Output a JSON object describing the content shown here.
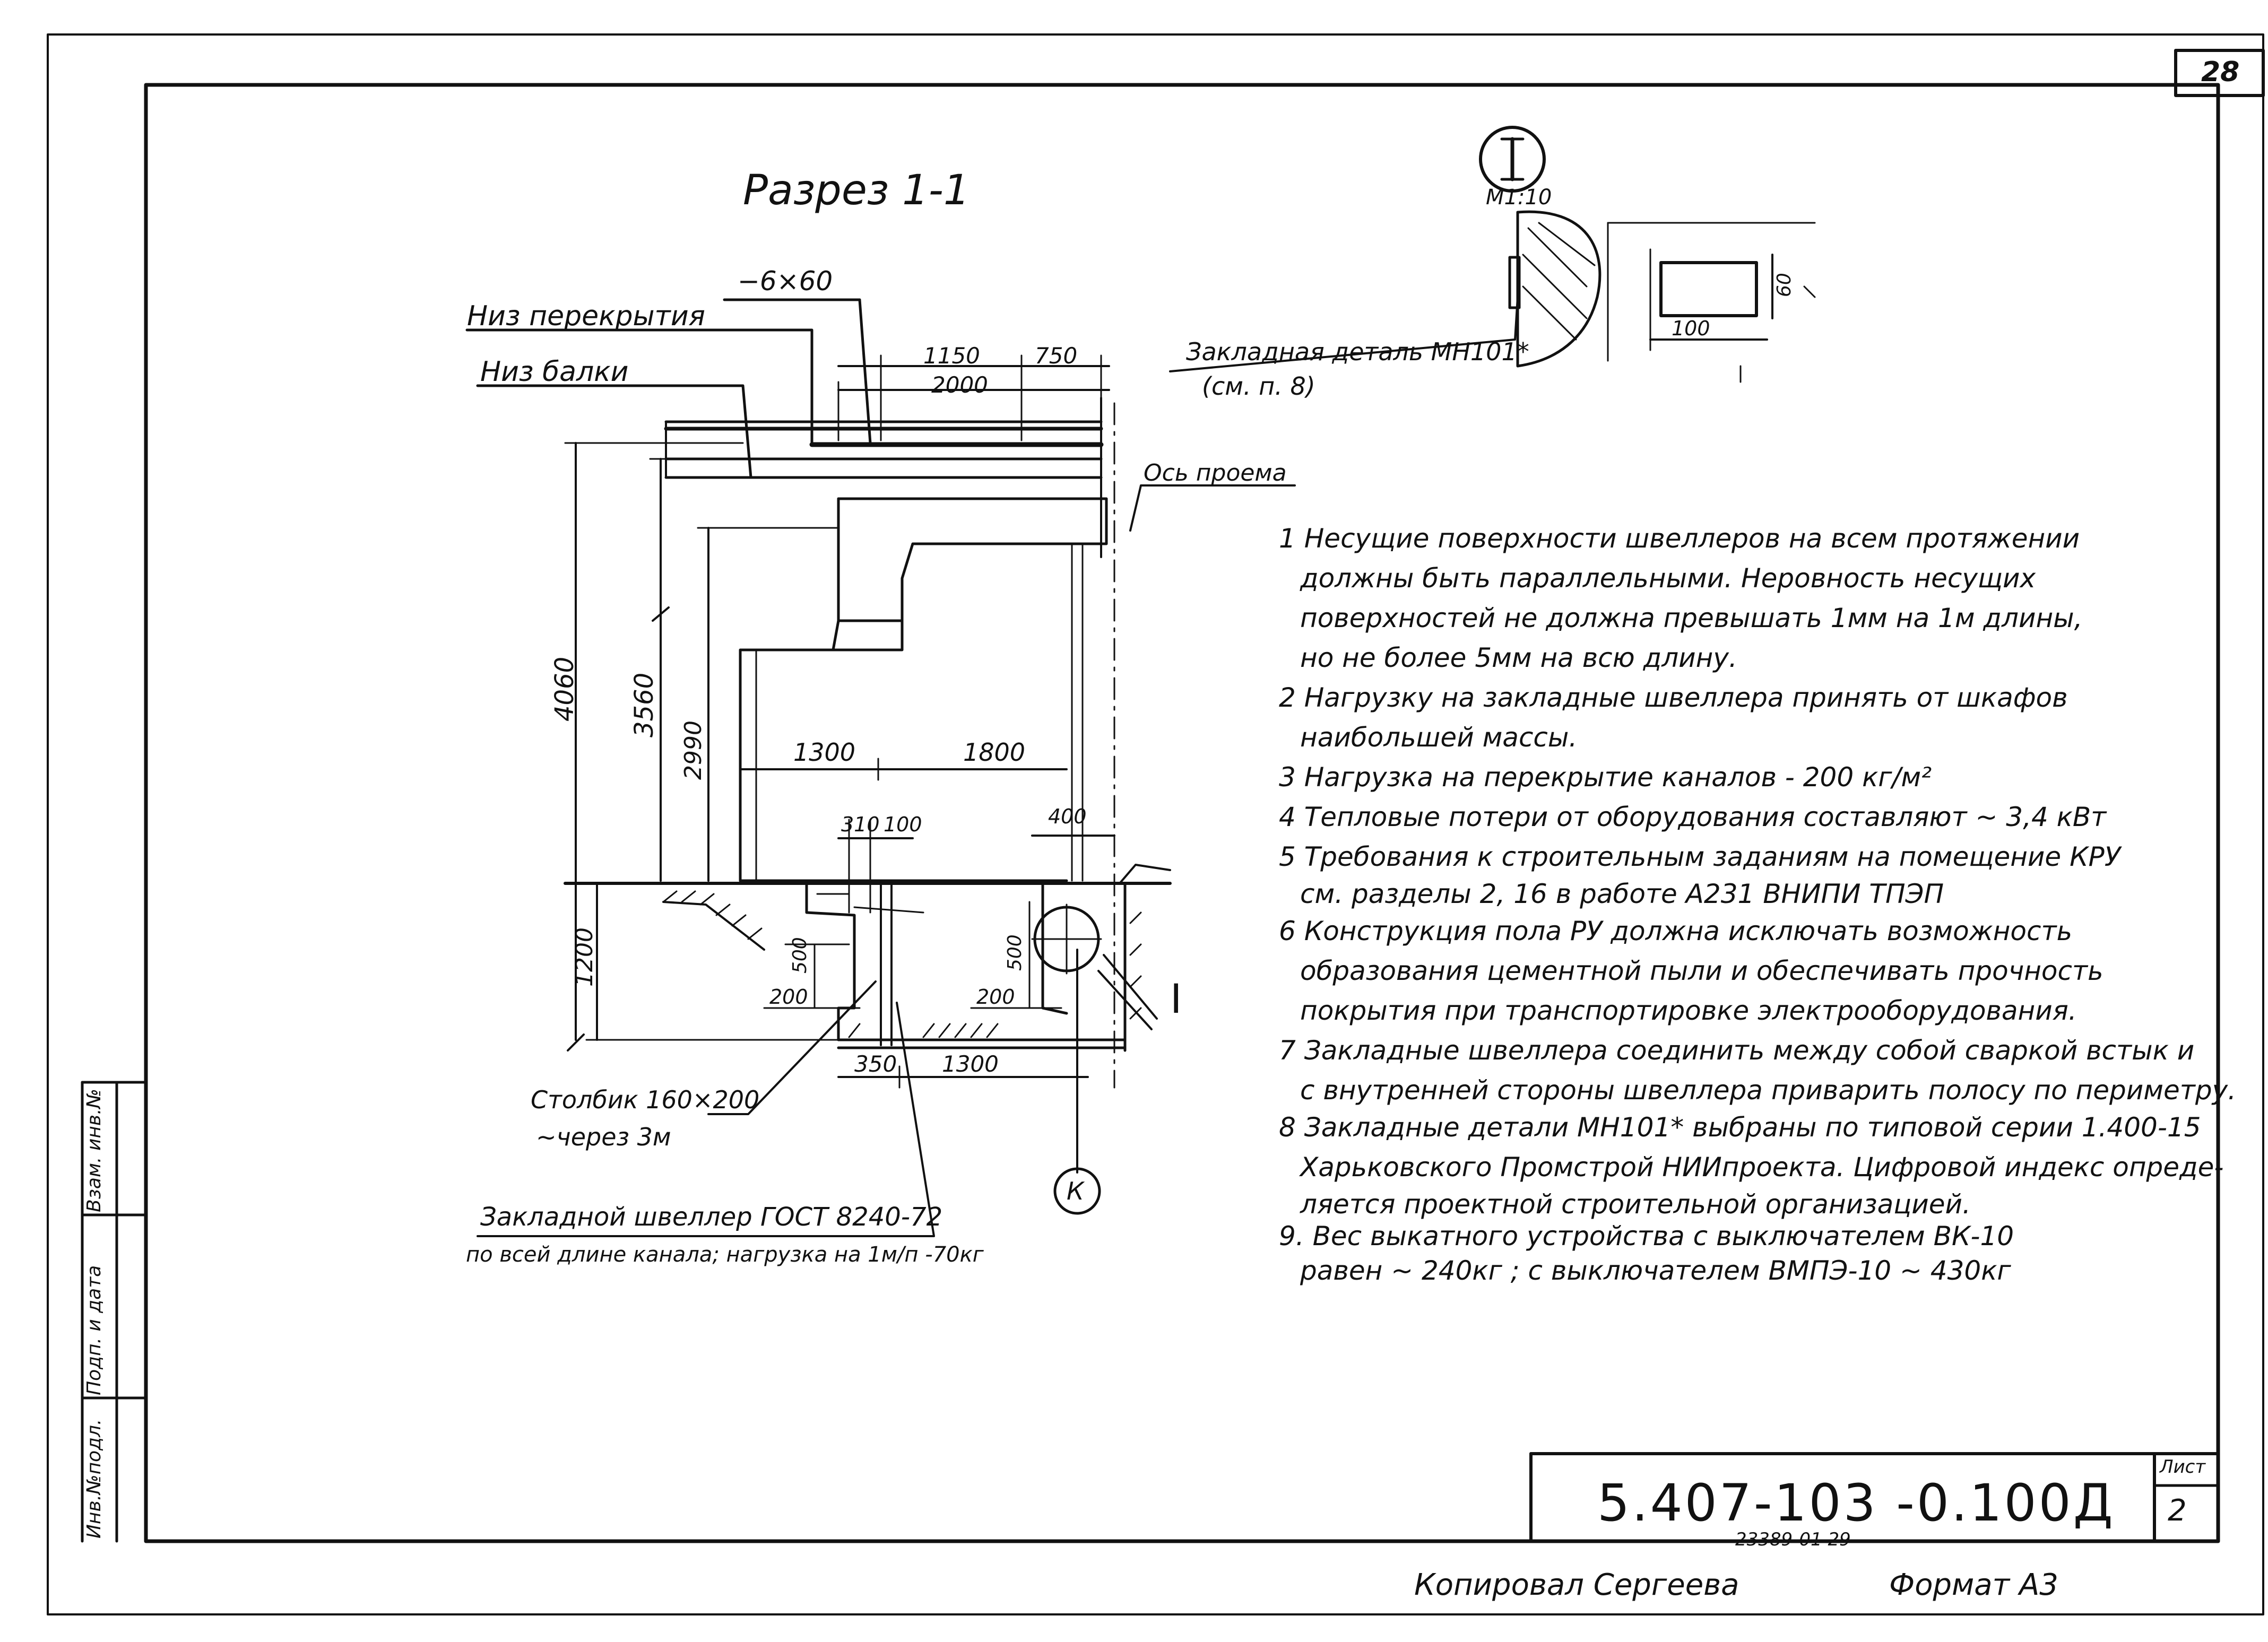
{
  "sheet": {
    "number": "28",
    "list_label": "Лист",
    "list_value": "2"
  },
  "title": "Разрез 1-1",
  "labels": {
    "plate": "−6×60",
    "floor_bottom": "Низ перекрытия",
    "beam_bottom": "Низ балки",
    "axis": "Ось проема",
    "post": "Столбик 160×200",
    "post_step": "~через 3м",
    "channel": "Закладной швеллер ГОСТ 8240-72",
    "channel_load": "по всей длине канала; нагрузка на 1м/п -70кг",
    "embed": "Закладная деталь МН101*",
    "embed_ref": "(см. п. 8)"
  },
  "dims": {
    "d1150": "1150",
    "d750": "750",
    "d2000": "2000",
    "d4060": "4060",
    "d3560": "3560",
    "d2990": "2990",
    "d1300": "1300",
    "d1800": "1800",
    "d310": "310",
    "d100": "100",
    "d400": "400",
    "d1200": "1200",
    "d500a": "500",
    "d500b": "500",
    "d200a": "200",
    "d200b": "200",
    "d350": "350",
    "d1300b": "1300"
  },
  "detail": {
    "marker": "I",
    "scale": "М1:10",
    "w": "100",
    "h": "60"
  },
  "markers": {
    "section": "I",
    "axis": "К"
  },
  "notes": [
    "1 Несущие поверхности швеллеров на всем протяжении",
    "должны быть параллельными. Неровность несущих",
    "поверхностей не должна превышать 1мм на 1м длины,",
    "но не более 5мм на всю длину.",
    "2 Нагрузку на закладные швеллера принять от шкафов",
    "наибольшей массы.",
    "3 Нагрузка на перекрытие каналов - 200 кг/м²",
    "4 Тепловые потери от оборудования составляют ~ 3,4 кВт",
    "5 Требования к строительным заданиям на помещение КРУ",
    "см. разделы 2, 16 в работе А231 ВНИПИ ТПЭП",
    "6 Конструкция пола РУ должна исключать возможность",
    "образования цементной пыли и обеспечивать прочность",
    "покрытия при транспортировке электрооборудования.",
    "7 Закладные швеллера соединить между собой сваркой встык и",
    "с внутренней стороны швеллера приварить полосу по периметру.",
    "8 Закладные детали МН101* выбраны по типовой серии 1.400-15",
    "Харьковского Промстрой НИИпроекта. Цифровой индекс опреде-",
    "ляется проектной строительной организацией.",
    "9. Вес выкатного устройства с выключателем ВК-10",
    "равен ~ 240кг ; с выключателем ВМПЭ-10 ~ 430кг"
  ],
  "stamp": {
    "code": "5.407-103 -0.100Д",
    "inventory": "23389-01   29",
    "copied": "Копировал Сергеева",
    "format": "Формат А3"
  },
  "side_stamp": [
    "Инв.№подл.",
    "Подп. и дата",
    "Взам. инв.№"
  ]
}
